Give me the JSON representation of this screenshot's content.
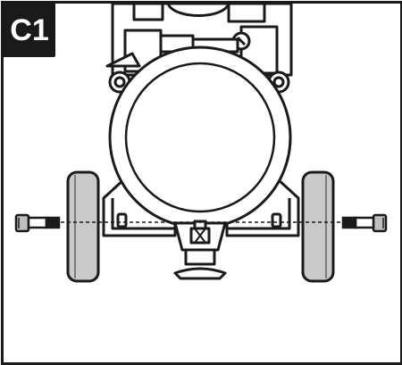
{
  "step": {
    "label": "C1"
  },
  "colors": {
    "line": "#1a1a1a",
    "tire": "#c9c9c9",
    "background": "#ffffff"
  },
  "parts": [
    "air-tank",
    "left-wheel",
    "right-wheel",
    "left-axle-bolt",
    "right-axle-bolt",
    "wheel-frame",
    "support-foot"
  ]
}
